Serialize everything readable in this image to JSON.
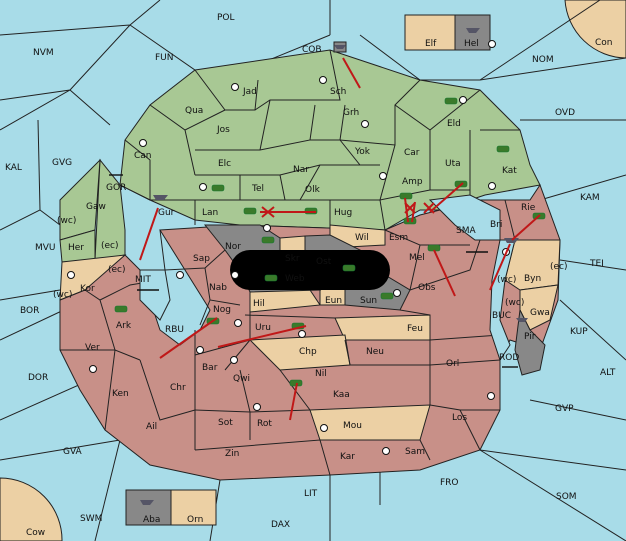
{
  "map": {
    "water": [
      {
        "id": "POL",
        "label": "POL"
      },
      {
        "id": "FUN",
        "label": "FUN"
      },
      {
        "id": "COB",
        "label": "COB"
      },
      {
        "id": "NVM",
        "label": "NVM"
      },
      {
        "id": "NOM",
        "label": "NOM"
      },
      {
        "id": "OVD",
        "label": "OVD"
      },
      {
        "id": "KAL",
        "label": "KAL"
      },
      {
        "id": "GVG",
        "label": "GVG"
      },
      {
        "id": "GOR",
        "label": "GOR"
      },
      {
        "id": "KAM",
        "label": "KAM"
      },
      {
        "id": "SMA",
        "label": "SMA"
      },
      {
        "id": "TEI",
        "label": "TEI"
      },
      {
        "id": "MVU",
        "label": "MVU"
      },
      {
        "id": "MIT",
        "label": "MIT"
      },
      {
        "id": "BOR",
        "label": "BOR"
      },
      {
        "id": "RBU",
        "label": "RBU"
      },
      {
        "id": "BUC",
        "label": "BUC"
      },
      {
        "id": "KUP",
        "label": "KUP"
      },
      {
        "id": "DOR",
        "label": "DOR"
      },
      {
        "id": "ROD",
        "label": "ROD"
      },
      {
        "id": "ALT",
        "label": "ALT"
      },
      {
        "id": "GVP",
        "label": "GVP"
      },
      {
        "id": "GVA",
        "label": "GVA"
      },
      {
        "id": "FRO",
        "label": "FRO"
      },
      {
        "id": "LIT",
        "label": "LIT"
      },
      {
        "id": "SOM",
        "label": "SOM"
      },
      {
        "id": "SWM",
        "label": "SWM"
      },
      {
        "id": "DAX",
        "label": "DAX"
      }
    ],
    "territories": [
      {
        "id": "Con",
        "label": "Con"
      },
      {
        "id": "Cow",
        "label": "Cow"
      },
      {
        "id": "Elf",
        "label": "Elf"
      },
      {
        "id": "Hel",
        "label": "Hel"
      },
      {
        "id": "Aba",
        "label": "Aba"
      },
      {
        "id": "Orn",
        "label": "Orn"
      },
      {
        "id": "Jad",
        "label": "Jad"
      },
      {
        "id": "Sch",
        "label": "Sch"
      },
      {
        "id": "Qua",
        "label": "Qua"
      },
      {
        "id": "Grh",
        "label": "Grh"
      },
      {
        "id": "Eld",
        "label": "Eld"
      },
      {
        "id": "Jos",
        "label": "Jos"
      },
      {
        "id": "Can",
        "label": "Can"
      },
      {
        "id": "Yok",
        "label": "Yok"
      },
      {
        "id": "Car",
        "label": "Car"
      },
      {
        "id": "Uta",
        "label": "Uta"
      },
      {
        "id": "Kat",
        "label": "Kat"
      },
      {
        "id": "Elc",
        "label": "Elc"
      },
      {
        "id": "Nar",
        "label": "Nar"
      },
      {
        "id": "Tel",
        "label": "Tel"
      },
      {
        "id": "Olk",
        "label": "Olk"
      },
      {
        "id": "Amp",
        "label": "Amp"
      },
      {
        "id": "Gaw",
        "label": "Gaw"
      },
      {
        "id": "Gur",
        "label": "Gur"
      },
      {
        "id": "Lan",
        "label": "Lan"
      },
      {
        "id": "Hug",
        "label": "Hug"
      },
      {
        "id": "Bri",
        "label": "Bri"
      },
      {
        "id": "Rie",
        "label": "Rie"
      },
      {
        "id": "Her",
        "label": "Her"
      },
      {
        "id": "Wil",
        "label": "Wil"
      },
      {
        "id": "Esm",
        "label": "Esm"
      },
      {
        "id": "Nor",
        "label": "Nor"
      },
      {
        "id": "Skr",
        "label": "Skr"
      },
      {
        "id": "Ost",
        "label": "Ost"
      },
      {
        "id": "Web",
        "label": "Web"
      },
      {
        "id": "Sap",
        "label": "Sap"
      },
      {
        "id": "Mel",
        "label": "Mel"
      },
      {
        "id": "Byn",
        "label": "Byn"
      },
      {
        "id": "Kor",
        "label": "Kor"
      },
      {
        "id": "Nab",
        "label": "Nab"
      },
      {
        "id": "Hil",
        "label": "Hil"
      },
      {
        "id": "Eun",
        "label": "Eun"
      },
      {
        "id": "Sun",
        "label": "Sun"
      },
      {
        "id": "Obs",
        "label": "Obs"
      },
      {
        "id": "Gwa",
        "label": "Gwa"
      },
      {
        "id": "Ark",
        "label": "Ark"
      },
      {
        "id": "Nog",
        "label": "Nog"
      },
      {
        "id": "Uru",
        "label": "Uru"
      },
      {
        "id": "Feu",
        "label": "Feu"
      },
      {
        "id": "Pir",
        "label": "Pir"
      },
      {
        "id": "Ver",
        "label": "Ver"
      },
      {
        "id": "Chp",
        "label": "Chp"
      },
      {
        "id": "Neu",
        "label": "Neu"
      },
      {
        "id": "Bar",
        "label": "Bar"
      },
      {
        "id": "Qwi",
        "label": "Qwi"
      },
      {
        "id": "Nil",
        "label": "Nil"
      },
      {
        "id": "Orl",
        "label": "Orl"
      },
      {
        "id": "Ken",
        "label": "Ken"
      },
      {
        "id": "Chr",
        "label": "Chr"
      },
      {
        "id": "Kaa",
        "label": "Kaa"
      },
      {
        "id": "Ail",
        "label": "Ail"
      },
      {
        "id": "Sot",
        "label": "Sot"
      },
      {
        "id": "Rot",
        "label": "Rot"
      },
      {
        "id": "Mou",
        "label": "Mou"
      },
      {
        "id": "Los",
        "label": "Los"
      },
      {
        "id": "Zin",
        "label": "Zin"
      },
      {
        "id": "Kar",
        "label": "Kar"
      },
      {
        "id": "Sam",
        "label": "Sam"
      }
    ],
    "coast_tags": [
      "(wc)",
      "(ec)",
      "(ec)",
      "(wc)",
      "(wc)",
      "(ec)",
      "(wc)"
    ],
    "colors": {
      "water": "#a8dce8",
      "green": "#a8c894",
      "red": "#c89088",
      "tan": "#ecd0a4",
      "gray": "#888888",
      "border": "#222222",
      "arrow": "#c01818"
    }
  }
}
